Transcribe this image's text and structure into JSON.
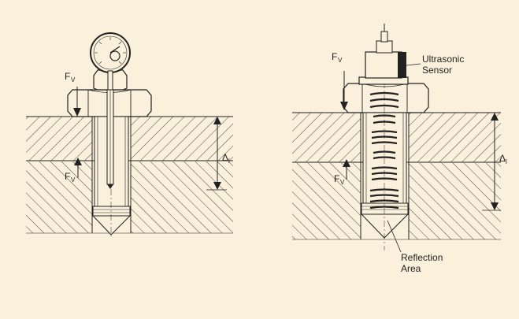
{
  "diagram": {
    "left": {
      "force_top": {
        "symbol": "F",
        "sub": "V"
      },
      "force_bottom": {
        "symbol": "F",
        "sub": "V"
      },
      "elongation": {
        "symbol": "Δ",
        "sub": "l"
      }
    },
    "right": {
      "force_top": {
        "symbol": "F",
        "sub": "V"
      },
      "force_bottom": {
        "symbol": "F",
        "sub": "V"
      },
      "elongation": {
        "symbol": "Δ",
        "sub": "l"
      },
      "sensor_label": [
        "Ultrasonic",
        "Sensor"
      ],
      "reflection_label": [
        "Reflection",
        "Area"
      ]
    }
  },
  "colors": {
    "background": "#fbf0db",
    "ink": "#222222"
  }
}
